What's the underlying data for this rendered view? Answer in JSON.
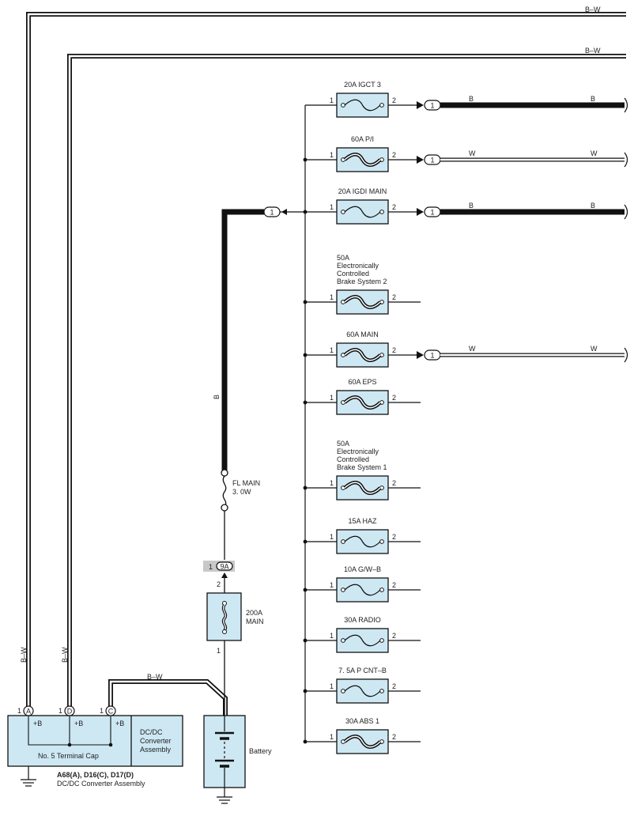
{
  "wire_colors": {
    "bw": "B–W",
    "b": "B",
    "w": "W"
  },
  "colors": {
    "component_fill": "#cde8f3",
    "fl_label_bg": "#c8c8c8",
    "wire": "#111111"
  },
  "connector": {
    "label": "1"
  },
  "fuses": [
    {
      "name": "20A IGCT 3",
      "pin_in": "1",
      "pin_out": "2",
      "element": "wire",
      "out_connector": "1",
      "out_wire": "B",
      "out_wire_end": "B",
      "out_style": "thick"
    },
    {
      "name": "60A P/I",
      "pin_in": "1",
      "pin_out": "2",
      "element": "strip",
      "out_connector": "1",
      "out_wire": "W",
      "out_wire_end": "W",
      "out_style": "white"
    },
    {
      "name": "20A IGDI MAIN",
      "pin_in": "1",
      "pin_out": "2",
      "element": "wire",
      "out_connector": "1",
      "out_wire": "B",
      "out_wire_end": "B",
      "out_style": "thick"
    },
    {
      "name": "50A Electronically Controlled Brake System 2",
      "lines": [
        "50A",
        "Electronically",
        "Controlled",
        "Brake System 2"
      ],
      "pin_in": "1",
      "pin_out": "2",
      "element": "strip",
      "out_style": "thin"
    },
    {
      "name": "60A MAIN",
      "pin_in": "1",
      "pin_out": "2",
      "element": "strip",
      "out_connector": "1",
      "out_wire": "W",
      "out_wire_end": "W",
      "out_style": "white"
    },
    {
      "name": "60A EPS",
      "pin_in": "1",
      "pin_out": "2",
      "element": "strip",
      "out_style": "thin"
    },
    {
      "name": "50A Electronically Controlled Brake System 1",
      "lines": [
        "50A",
        "Electronically",
        "Controlled",
        "Brake System 1"
      ],
      "pin_in": "1",
      "pin_out": "2",
      "element": "strip",
      "out_style": "thin"
    },
    {
      "name": "15A HAZ",
      "pin_in": "1",
      "pin_out": "2",
      "element": "wire",
      "out_style": "thin"
    },
    {
      "name": "10A G/W–B",
      "pin_in": "1",
      "pin_out": "2",
      "element": "wire",
      "out_style": "thin"
    },
    {
      "name": "30A RADIO",
      "pin_in": "1",
      "pin_out": "2",
      "element": "wire",
      "out_style": "thin"
    },
    {
      "name": "7. 5A P CNT–B",
      "pin_in": "1",
      "pin_out": "2",
      "element": "wire",
      "out_style": "thin"
    },
    {
      "name": "30A ABS 1",
      "pin_in": "1",
      "pin_out": "2",
      "element": "strip",
      "out_style": "thin"
    }
  ],
  "fusible_link": {
    "lines": [
      "FL MAIN",
      "3. 0W"
    ],
    "wire_color": "B"
  },
  "junction": {
    "pin_left": "1",
    "label": "9A",
    "pin_below": "2"
  },
  "main_fuse": {
    "lines": [
      "200A",
      "MAIN"
    ],
    "pin_top": "2",
    "pin_bottom": "1"
  },
  "battery": {
    "label": "Battery"
  },
  "dcdc": {
    "terminal_cap": "No.  5 Terminal Cap",
    "converter_lines": [
      "DC/DC",
      "Converter",
      "Assembly"
    ],
    "plus_b": "+B",
    "terminals": [
      {
        "pin": "1",
        "letter": "A"
      },
      {
        "pin": "1",
        "letter": "D"
      },
      {
        "pin": "1",
        "letter": "C"
      }
    ],
    "connector_codes": "A68(A), D16(C), D17(D)",
    "assembly_name": "DC/DC Converter Assembly"
  }
}
